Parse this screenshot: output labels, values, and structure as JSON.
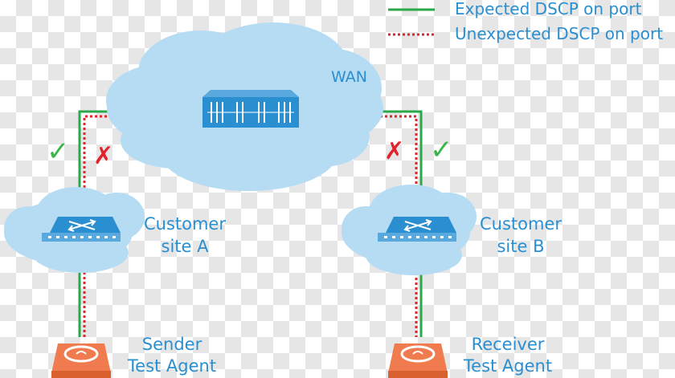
{
  "legend": {
    "expected": "Expected DSCP on port",
    "unexpected": "Unexpected DSCP on port"
  },
  "wan": {
    "label": "WAN"
  },
  "site_a": {
    "line1": "Customer",
    "line2": "site A"
  },
  "site_b": {
    "line1": "Customer",
    "line2": "site B"
  },
  "sender": {
    "line1": "Sender",
    "line2": "Test Agent"
  },
  "receiver": {
    "line1": "Receiver",
    "line2": "Test Agent"
  },
  "colors": {
    "expected_line": "#2aa84a",
    "unexpected_line": "#e0242b",
    "cloud": "#b5dcf3",
    "device": "#2a8fd0",
    "label_text": "#2a8fd0",
    "agent": "#f07b4e"
  },
  "marks": {
    "check": "✓",
    "cross": "✗"
  }
}
